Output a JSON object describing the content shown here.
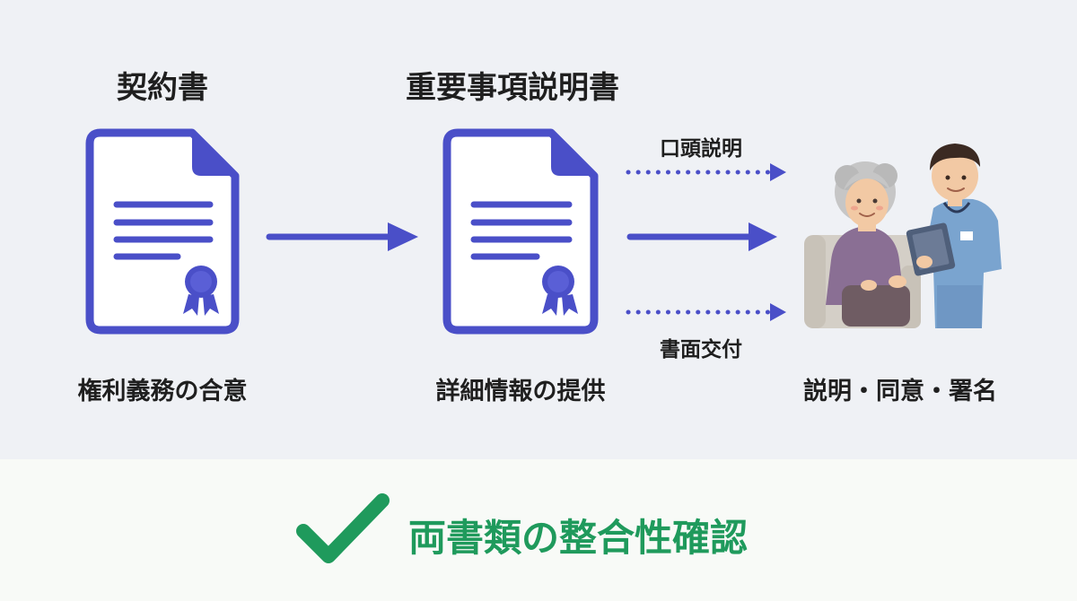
{
  "contract": {
    "title": "契約書",
    "caption": "権利義務の合意"
  },
  "disclosure": {
    "title": "重要事項説明書",
    "caption": "詳細情報の提供"
  },
  "channels": {
    "oral": "口頭説明",
    "written": "書面交付"
  },
  "recipient": {
    "caption": "説明・同意・署名"
  },
  "confirmation": {
    "text": "両書類の整合性確認"
  },
  "colors": {
    "accent": "#4a4fc8",
    "success": "#1f9a5c"
  },
  "icons": [
    "document-icon",
    "seal-icon",
    "arrow-right-icon",
    "elderly-woman-icon",
    "nurse-icon",
    "checkmark-icon"
  ]
}
